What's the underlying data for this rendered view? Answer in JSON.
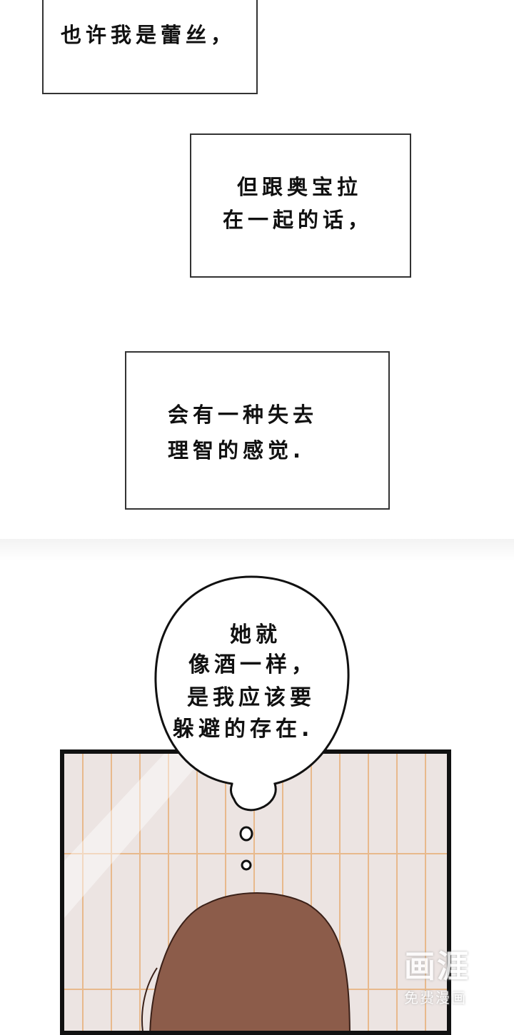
{
  "captions": [
    {
      "lines": [
        "也许我是蕾丝，"
      ]
    },
    {
      "lines": [
        "但跟奥宝拉",
        "在一起的话，"
      ]
    },
    {
      "lines": [
        "会有一种失去",
        "理智的感觉."
      ]
    }
  ],
  "thought_bubble": {
    "lines": [
      "她就",
      "像酒一样，",
      "是我应该要",
      "躲避的存在."
    ]
  },
  "watermark": {
    "logo": "画涯",
    "subtitle": "免费漫画"
  },
  "colors": {
    "tile_bg": "#ece4e2",
    "grout": "#e8b98c",
    "hair": "#8c5c4a"
  }
}
